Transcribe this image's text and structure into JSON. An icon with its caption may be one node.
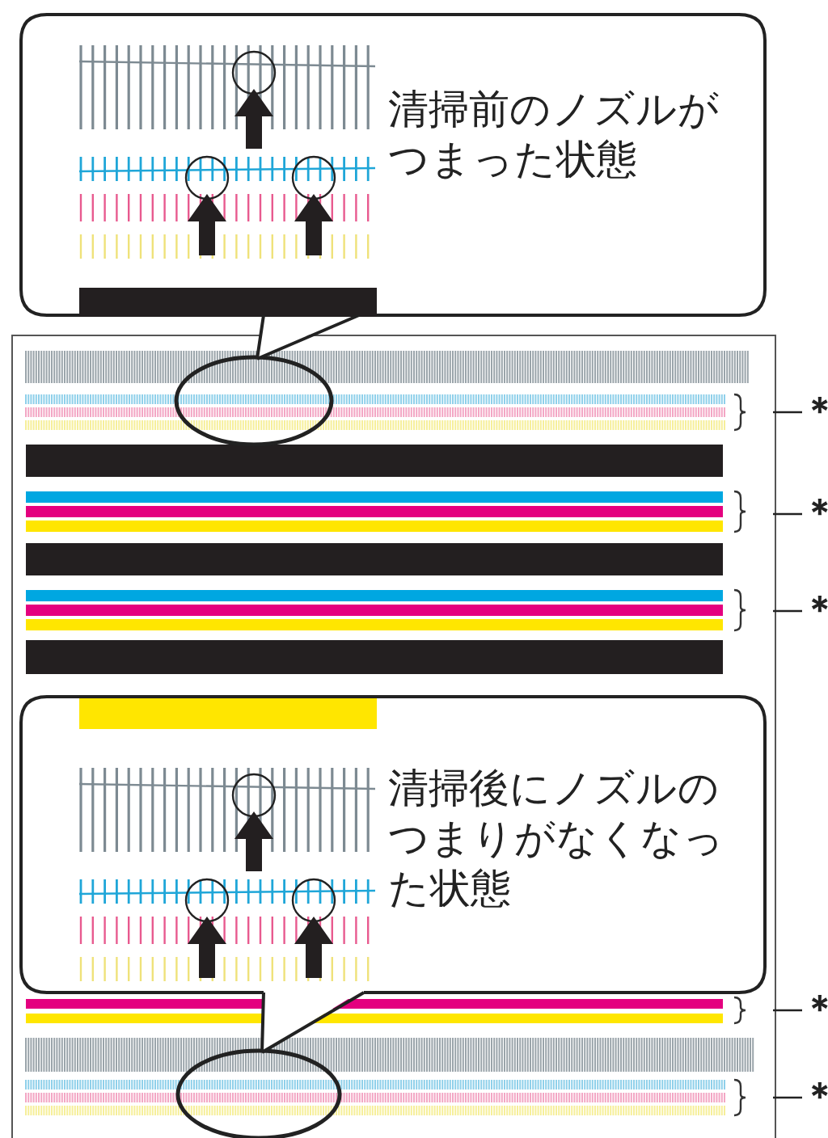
{
  "diagram": {
    "nodes": [
      {
        "text": [
          "清掃前のノズルがつまった状態"
        ]
      },
      {
        "text": [],
        "shape": "ellipse"
      },
      {
        "text": [
          "清掃後にノズルのつまりがなくなった状態"
        ]
      },
      {
        "text": [],
        "shape": "ellipse"
      },
      {
        "text": [
          "＊"
        ]
      },
      {
        "text": [
          "＊"
        ]
      },
      {
        "text": [
          "＊"
        ]
      },
      {
        "text": [
          "＊"
        ]
      },
      {
        "text": [
          "＊"
        ]
      }
    ],
    "edges": [
      {
        "from": 0,
        "to": 1,
        "arrow": "none"
      },
      {
        "from": 2,
        "to": 3,
        "arrow": "none"
      },
      {
        "from": 4,
        "to": null,
        "arrow": "none"
      },
      {
        "from": 5,
        "to": null,
        "arrow": "none"
      },
      {
        "from": 6,
        "to": null,
        "arrow": "none"
      },
      {
        "from": 7,
        "to": null,
        "arrow": "none"
      },
      {
        "from": 8,
        "to": null,
        "arrow": "none"
      }
    ]
  }
}
